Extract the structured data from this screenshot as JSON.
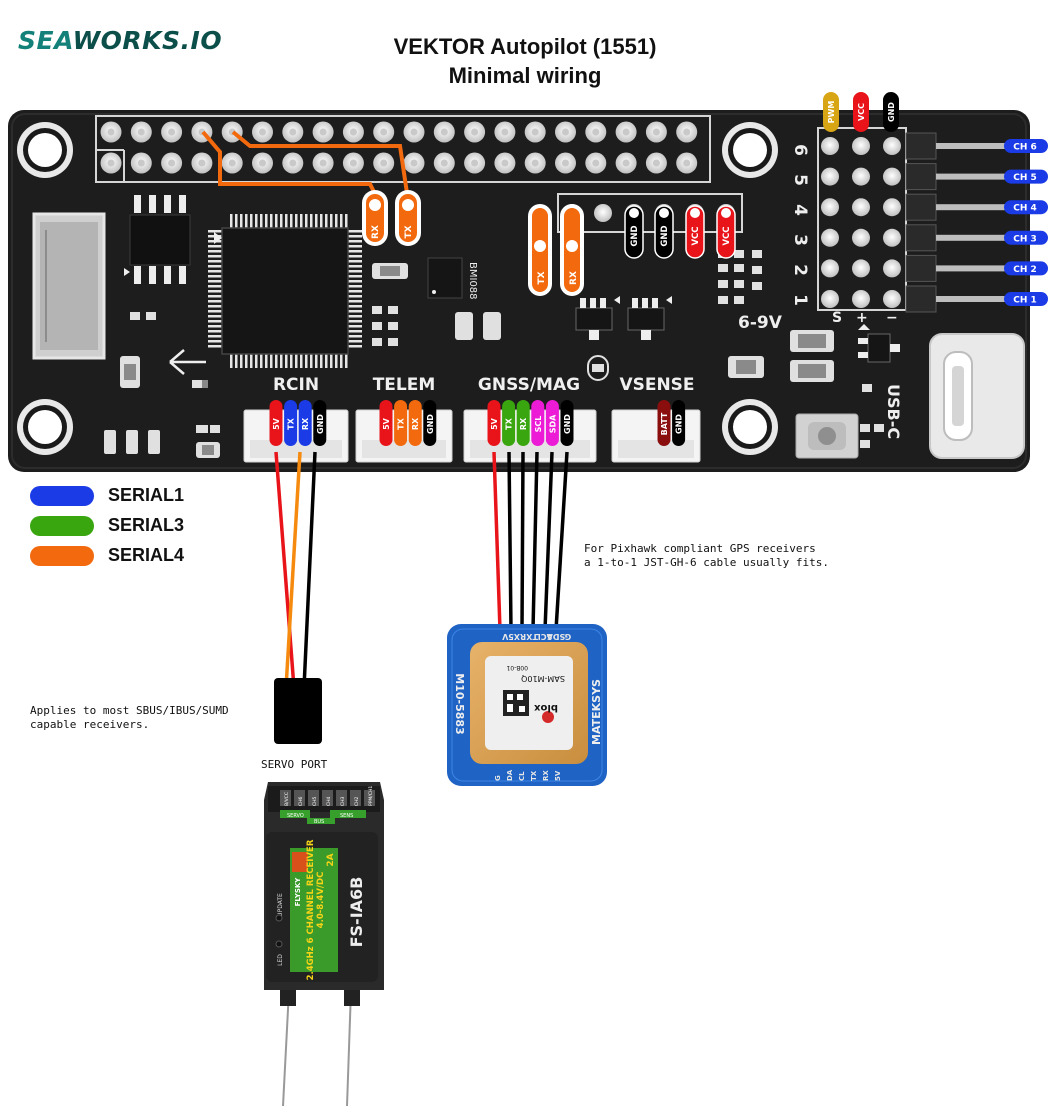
{
  "brand": {
    "part1": "SEA",
    "part2": "WORKS.IO"
  },
  "title": {
    "line1": "VEKTOR Autopilot (1551)",
    "line2": "Minimal wiring"
  },
  "colors": {
    "serial1": "#1a3be6",
    "serial3": "#3aa60f",
    "serial4": "#f26a0d",
    "board": "#1d1d1d",
    "red": "#e8141a",
    "magenta": "#ec1bd6",
    "gold": "#d8a614"
  },
  "legend": [
    {
      "label": "SERIAL1",
      "color": "#1a3be6"
    },
    {
      "label": "SERIAL3",
      "color": "#3aa60f"
    },
    {
      "label": "SERIAL4",
      "color": "#f26a0d"
    }
  ],
  "board": {
    "chip_label": "BMI088",
    "ports": {
      "rcin": {
        "name": "RCIN",
        "pins": [
          "5V",
          "TX",
          "RX",
          "GND"
        ]
      },
      "telem": {
        "name": "TELEM",
        "pins": [
          "5V",
          "TX",
          "RX",
          "GND"
        ]
      },
      "gnss": {
        "name": "GNSS/MAG",
        "pins": [
          "5V",
          "TX",
          "RX",
          "SCL",
          "SDA",
          "GND"
        ]
      },
      "vsense": {
        "name": "VSENSE",
        "pins": [
          "BATT",
          "GND"
        ]
      },
      "usb": {
        "name": "USB-C"
      }
    },
    "header_pins": {
      "tx": "TX",
      "rx": "RX",
      "gnd1": "GND",
      "gnd2": "GND",
      "vcc1": "VCC",
      "vcc2": "VCC"
    },
    "bridge_pins": {
      "rx": "RX",
      "tx": "TX"
    },
    "servo_header": {
      "pwm": "PWM",
      "vcc": "VCC",
      "gnd": "GND"
    },
    "channel_numbers": [
      "6",
      "5",
      "4",
      "3",
      "2",
      "1"
    ],
    "channels": [
      "CH 6",
      "CH 5",
      "CH 4",
      "CH 3",
      "CH 2",
      "CH 1"
    ],
    "voltage_label": "6-9V",
    "polarity": {
      "plus": "+",
      "minus": "−"
    }
  },
  "notes": {
    "gps": "For Pixhawk compliant GPS receivers\na 1-to-1 JST-GH-6 cable usually fits.",
    "receiver": "Applies to most SBUS/IBUS/SUMD\ncapable receivers."
  },
  "servo_port_label": "SERVO PORT",
  "gps_module": {
    "brand": "MATEKSYS",
    "model": "M10-5883",
    "chip_brand": "blox",
    "chip_model": "SAM-M10Q",
    "chip_code": "00B-01",
    "top_pins": [
      "G",
      "SDA",
      "SCL",
      "TX",
      "RX",
      "5V"
    ],
    "bottom_pins": [
      "G",
      "DA",
      "CL",
      "TX",
      "RX",
      "5V"
    ]
  },
  "receiver": {
    "model": "FS-IA6B",
    "brand": "FLYSKY",
    "desc1": "2.4GHz 6 CHANNEL RECEIVER",
    "desc2": "4.0-8.4V/DC",
    "desc3": "2A",
    "update": "UPDATE",
    "led": "LED",
    "ports": [
      "B/VCC",
      "CH6",
      "CH5",
      "CH4",
      "CH3",
      "CH2",
      "PPM/CH1"
    ],
    "bus_labels": [
      "SENS",
      "SERVO",
      "BUS"
    ]
  }
}
